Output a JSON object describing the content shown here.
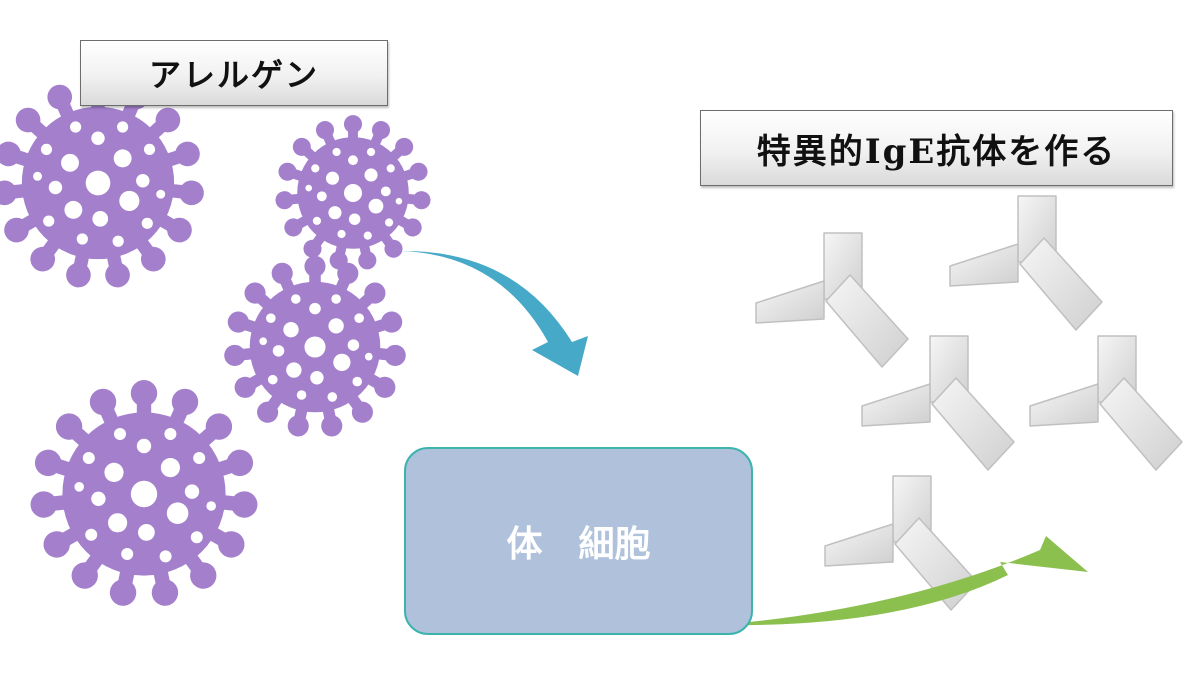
{
  "labels": {
    "allergen": "アレルゲン",
    "cell": "体　細胞",
    "ige_antibody": "特異的IgE抗体を作る"
  },
  "colors": {
    "allergen_virus": "#a37fcc",
    "cell_fill": "#b0c1dc",
    "cell_border": "#3cb4ad",
    "arrow_down": "#46a9c7",
    "arrow_up": "#8cc04e",
    "antibody": "#e3e3e3"
  },
  "icons": {
    "allergen": "virus-icon",
    "antibody": "y-shaped-antibody-icon"
  },
  "counts": {
    "allergens": 4,
    "antibodies": 5
  }
}
